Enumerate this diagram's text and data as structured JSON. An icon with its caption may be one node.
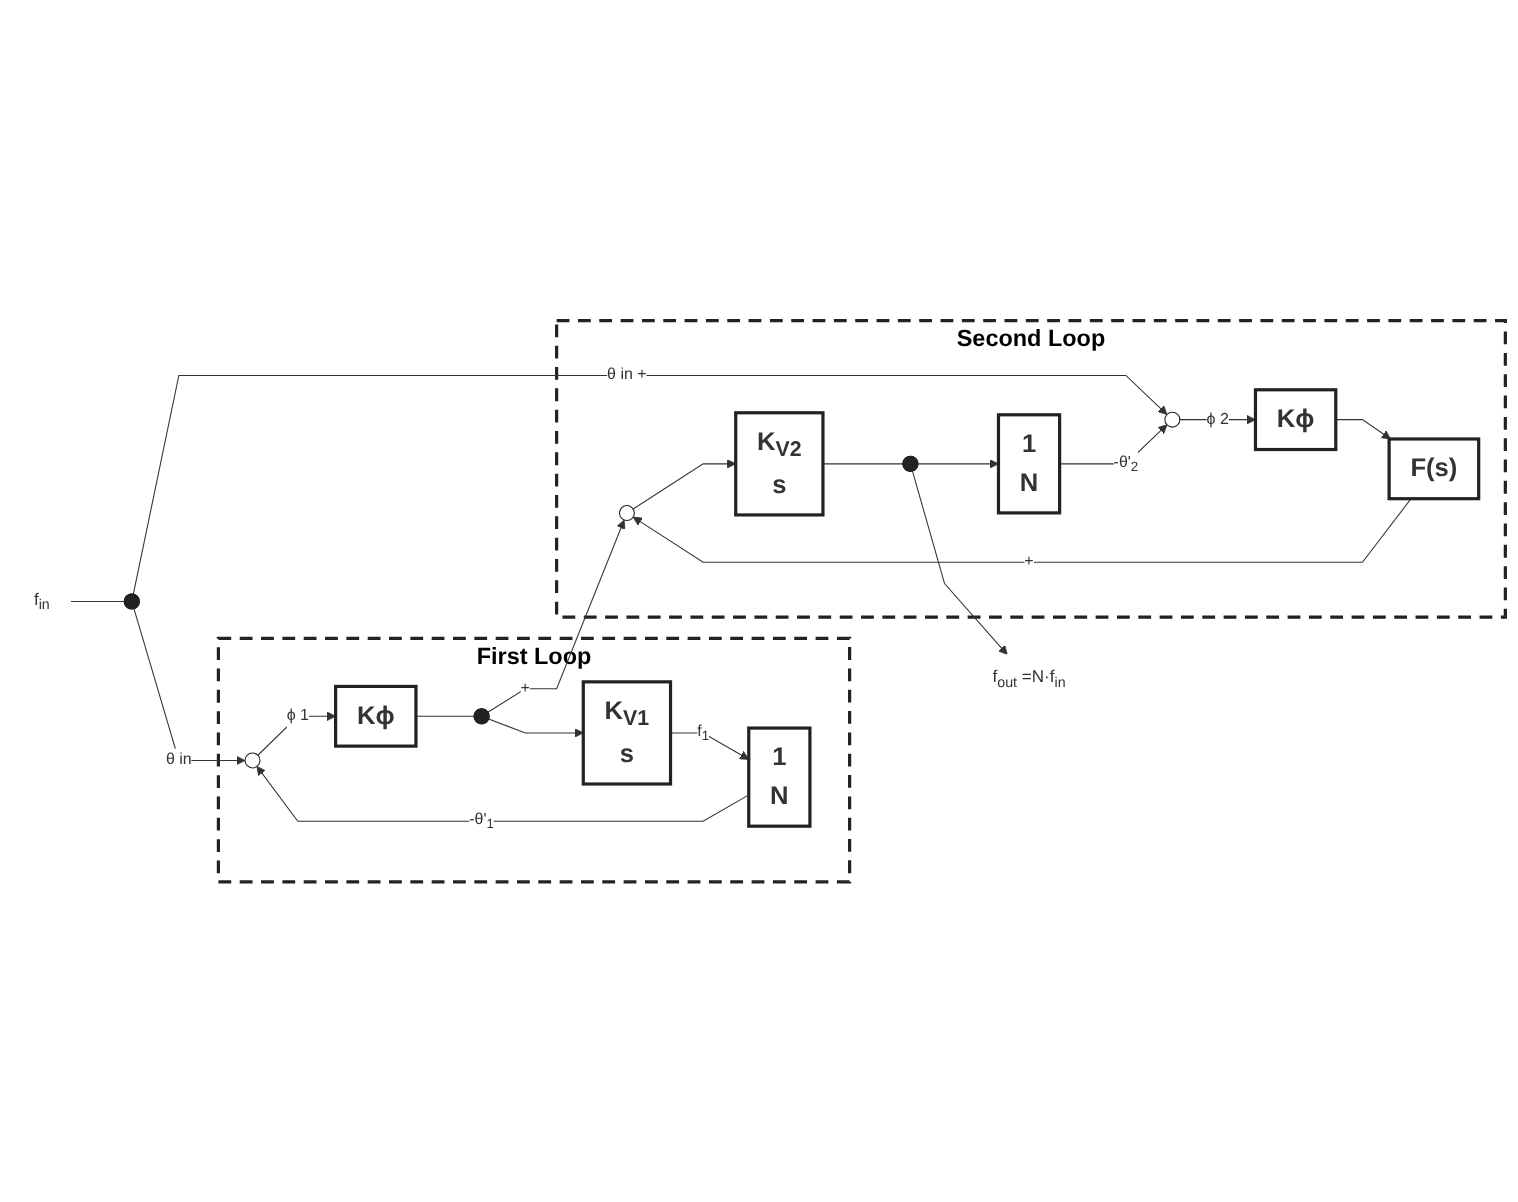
{
  "diagram": {
    "nodes": [
      {
        "text": [
          "f$_{in}$"
        ]
      },
      {
        "text": [],
        "shape": "dot"
      },
      {
        "text": [
          "First Loop"
        ]
      },
      {
        "text": [],
        "shape": "circle",
        "in": 2
      },
      {
        "text": [
          "Kϕ"
        ],
        "in": 2
      },
      {
        "text": [
          "1",
          "N"
        ],
        "in": 2
      },
      {
        "text": [
          "K$_{V1}$",
          "s"
        ],
        "in": 2
      },
      {
        "text": [],
        "shape": "dot",
        "in": 2
      },
      {
        "text": [
          "Second Loop"
        ]
      },
      {
        "text": [],
        "shape": "circle",
        "in": 8
      },
      {
        "text": [
          "Kϕ"
        ],
        "in": 8
      },
      {
        "text": [
          "F(s)"
        ],
        "in": 8
      },
      {
        "text": [],
        "shape": "circle",
        "in": 8
      },
      {
        "text": [
          "1",
          "N"
        ],
        "in": 8
      },
      {
        "text": [
          "K$_{V2}$",
          "s"
        ],
        "in": 8
      },
      {
        "text": [],
        "shape": "dot",
        "in": 8
      },
      {
        "text": [
          "f$_{out}$ =N·f$_{in}$"
        ]
      }
    ],
    "edges": [
      {
        "from": 0,
        "to": 1,
        "arrow": "none"
      },
      {
        "from": 1,
        "to": 3,
        "arrow": "to",
        "label": "θ in"
      },
      {
        "from": 1,
        "to": 9,
        "arrow": "to",
        "label": "θ in +"
      },
      {
        "from": 3,
        "to": 4,
        "arrow": "to",
        "label": "ϕ 1"
      },
      {
        "from": 5,
        "to": 3,
        "arrow": "to",
        "label": "-θ'$_{1}$"
      },
      {
        "from": 6,
        "to": 5,
        "arrow": "to",
        "label": "f$_{1}$"
      },
      {
        "from": 4,
        "to": 7,
        "arrow": "none"
      },
      {
        "from": 7,
        "to": 6,
        "arrow": "to"
      },
      {
        "from": 7,
        "to": 12,
        "arrow": "to",
        "label": "+"
      },
      {
        "from": 9,
        "to": 10,
        "arrow": "to",
        "label": "ϕ 2"
      },
      {
        "from": 13,
        "to": 9,
        "arrow": "to",
        "label": "-θ'$_{2}$"
      },
      {
        "from": 10,
        "to": 11,
        "arrow": "to"
      },
      {
        "from": 11,
        "to": 12,
        "arrow": "to",
        "label": "+"
      },
      {
        "from": 12,
        "to": 14,
        "arrow": "to"
      },
      {
        "from": 14,
        "to": 15,
        "arrow": "none"
      },
      {
        "from": 15,
        "to": 13,
        "arrow": "to"
      },
      {
        "from": 15,
        "to": 16,
        "arrow": "to"
      }
    ]
  }
}
